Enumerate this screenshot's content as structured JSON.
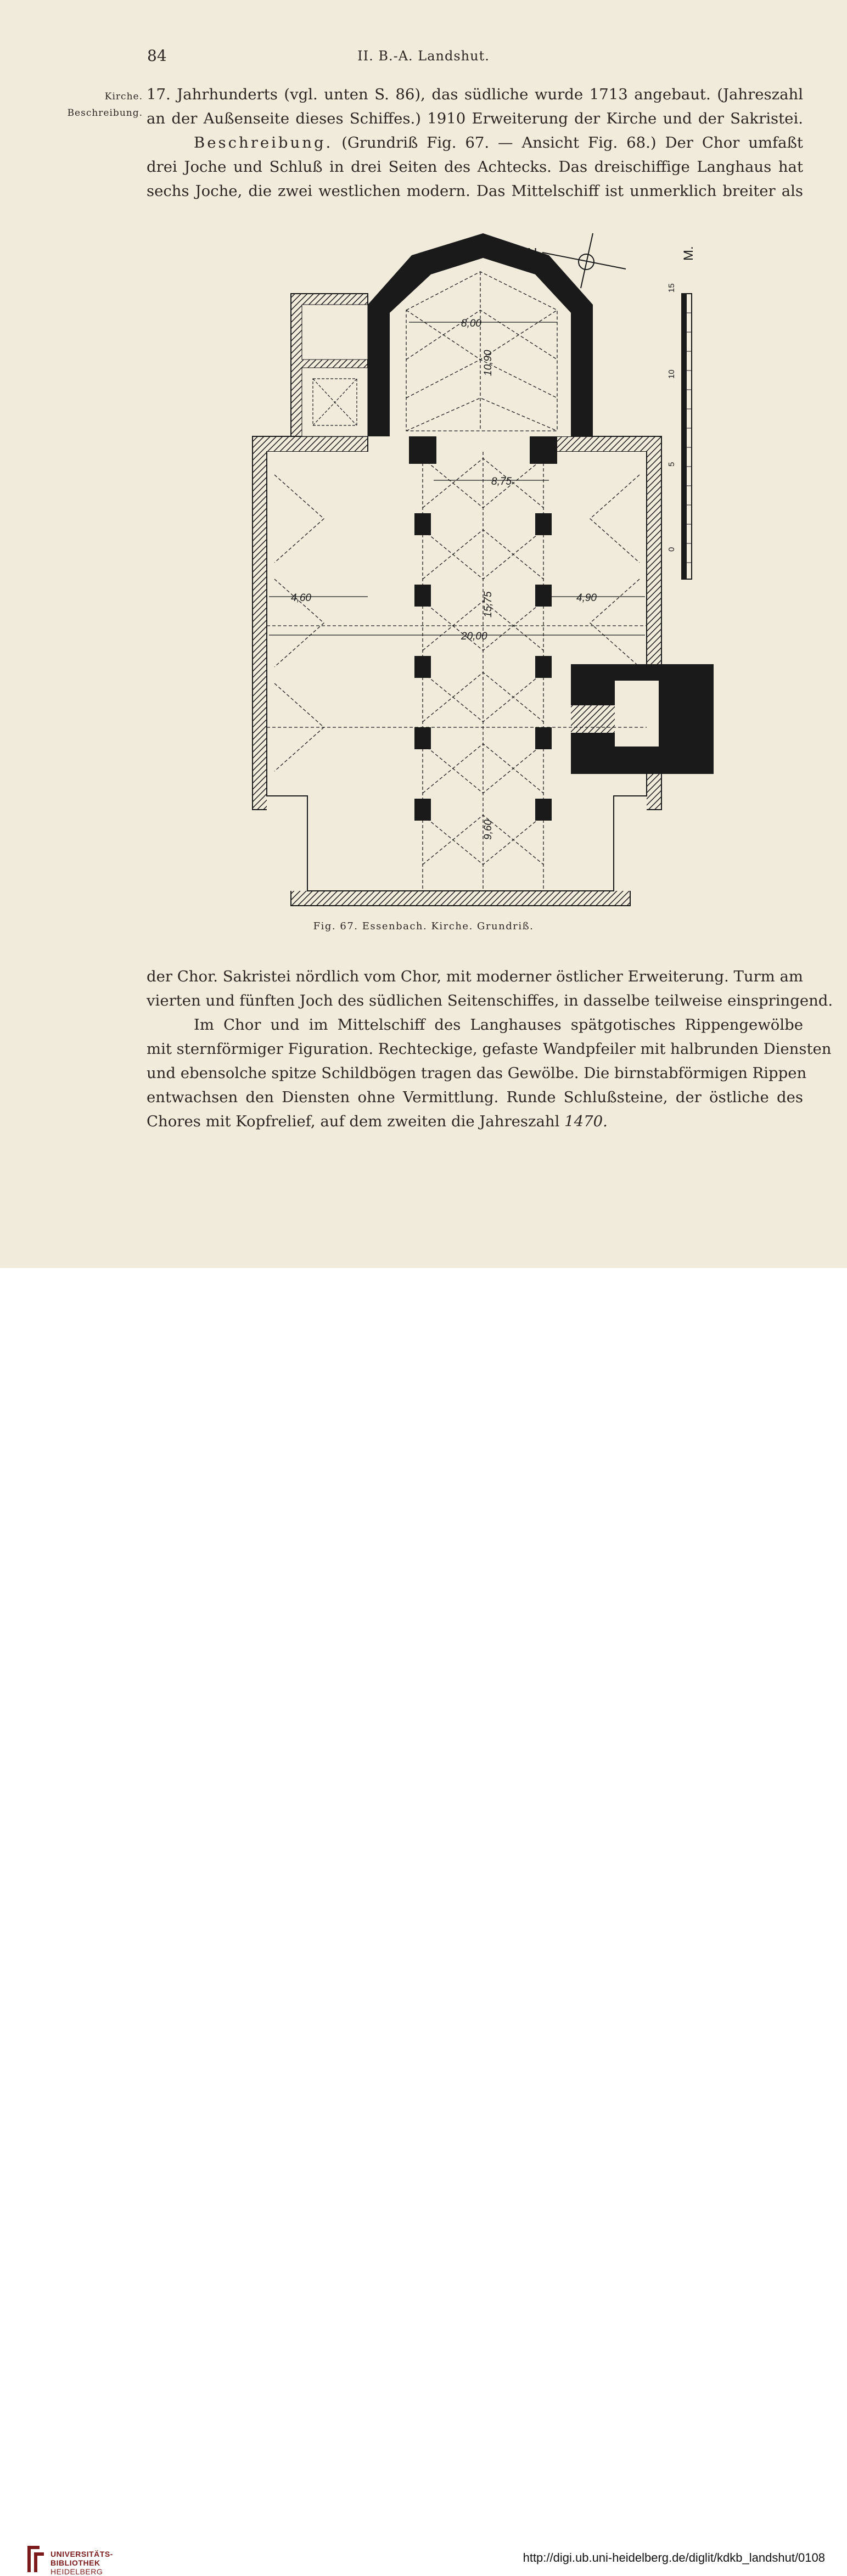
{
  "header": {
    "page_number": "84",
    "running_title": "II. B.-A. Landshut."
  },
  "margin_notes": {
    "note1": "Kirche.",
    "note2": "Beschreibung."
  },
  "top_text": {
    "line1": "17. Jahrhunderts (vgl. unten S. 86), das südliche wurde 1713 angebaut. (Jahreszahl",
    "line2": "an der Außenseite dieses Schiffes.) 1910 Erweiterung der Kirche und der Sakristei.",
    "line3_lead": "Beschreibung.",
    "line3_rest": " (Grundriß Fig. 67. — Ansicht Fig. 68.) Der Chor umfaßt",
    "line4": "drei Joche und Schluß in drei Seiten des Achtecks. Das dreischiffige Langhaus hat",
    "line5": "sechs Joche, die zwei westlichen modern. Das Mittelschiff ist unmerklich breiter als"
  },
  "figure": {
    "north_label": "N",
    "scale_unit": "M.",
    "scale_ticks": [
      "0",
      "5",
      "10",
      "15"
    ],
    "dims": {
      "chor_width": "8,00",
      "chor_length": "10,90",
      "nave_width": "8,75",
      "nave_length": "15,75",
      "left_aisle": "4,60",
      "right_aisle": "4,90",
      "total_width": "20,00",
      "west_length": "9,60"
    }
  },
  "caption": "Fig. 67. Essenbach. Kirche. Grundriß.",
  "bottom_text": {
    "line1": "der Chor. Sakristei nördlich vom Chor, mit moderner östlicher Erweiterung. Turm am",
    "line2": "vierten und fünften Joch des südlichen Seitenschiffes, in dasselbe teilweise einspringend.",
    "line3": "Im Chor und im Mittelschiff des Langhauses spätgotisches Rippengewölbe",
    "line4": "mit sternförmiger Figuration. Rechteckige, gefaste Wandpfeiler mit halbrunden Diensten",
    "line5": "und ebensolche spitze Schildbögen tragen das Gewölbe. Die birnstabförmigen Rippen",
    "line6": "entwachsen den Diensten ohne Vermittlung. Runde Schlußsteine, der östliche des",
    "line7_main": "Chores mit Kopfrelief, auf dem zweiten die Jahreszahl ",
    "line7_year": "1470."
  },
  "footer": {
    "logo_line1": "UNIVERSITÄTS-",
    "logo_line2": "BIBLIOTHEK",
    "logo_line3": "HEIDELBERG",
    "url": "http://digi.ub.uni-heidelberg.de/diglit/kdkb_landshut/0108"
  },
  "colors": {
    "paper": "#f1ebdc",
    "ink": "#2b2622",
    "library_red": "#7a1a1a"
  }
}
